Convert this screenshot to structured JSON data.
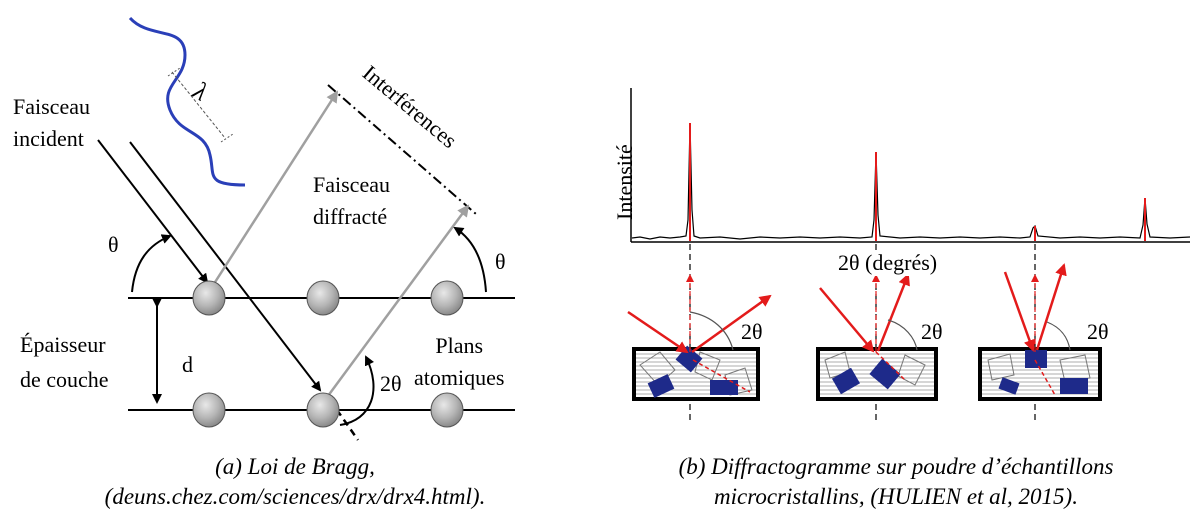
{
  "bragg": {
    "incident_label_1": "Faisceau",
    "incident_label_2": "incident",
    "lambda": "λ",
    "interference": "Interférences",
    "diffracted_label_1": "Faisceau",
    "diffracted_label_2": "diffracté",
    "theta_left": "θ",
    "theta_right": "θ",
    "thickness_1": "Épaisseur",
    "thickness_2": "de couche",
    "d": "d",
    "planes_1": "Plans",
    "planes_2": "atomiques",
    "two_theta": "2θ",
    "caption_1": "(a) Loi de Bragg,",
    "caption_2": "(deuns.chez.com/sciences/drx/drx4.html)."
  },
  "diffractogram": {
    "ylabel": "Intensité",
    "xlabel": "2θ (degrés)",
    "two_theta_1": "2θ",
    "two_theta_2": "2θ",
    "two_theta_3": "2θ",
    "caption_1": "(b) Diffractogramme sur poudre d’échantillons",
    "caption_2": "microcristallins, (HULIEN et al, 2015)."
  },
  "colors": {
    "wave": "#2a3fb8",
    "beam_red": "#e31b1b",
    "crystal_blue": "#1e2a8a",
    "grey_beam": "#a0a0a0"
  }
}
